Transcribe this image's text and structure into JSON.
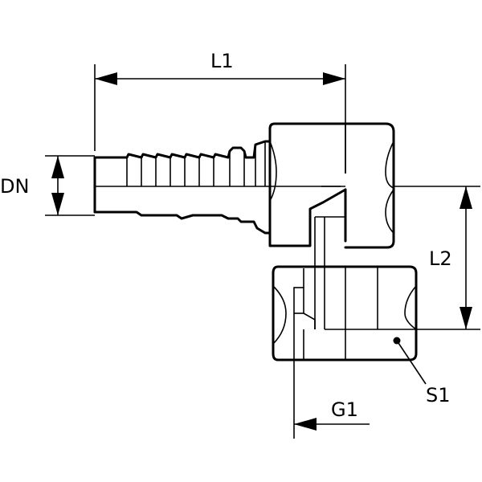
{
  "labels": {
    "l1": "L1",
    "dn": "DN",
    "l2": "L2",
    "s1": "S1",
    "g1": "G1"
  },
  "colors": {
    "line": "#000000",
    "background": "#ffffff"
  }
}
